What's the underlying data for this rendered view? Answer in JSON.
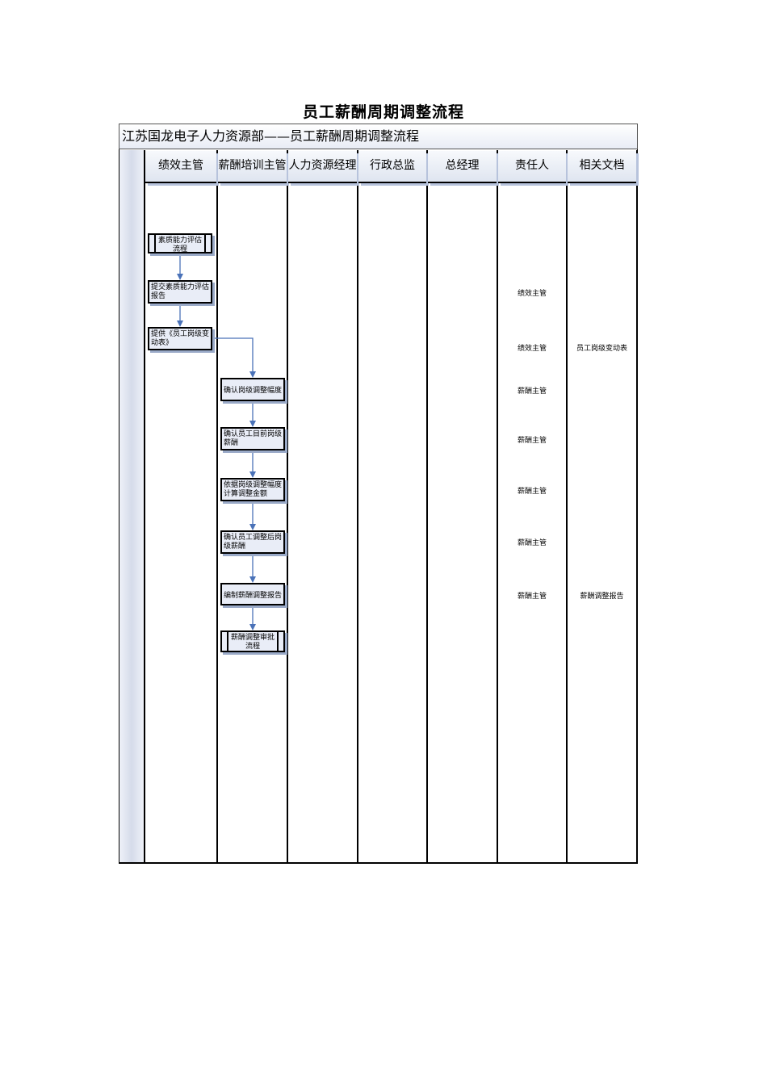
{
  "title": "员工薪酬周期调整流程",
  "department_bar": "江苏国龙电子人力资源部——员工薪酬周期调整流程",
  "lanes": [
    "绩效主管",
    "薪酬培训主管",
    "人力资源经理",
    "行政总监",
    "总经理",
    "责任人",
    "相关文档"
  ],
  "steps": [
    {
      "text": "素质能力评估流程"
    },
    {
      "text": "提交素质能力评估报告"
    },
    {
      "text": "提供《员工岗级变动表》"
    },
    {
      "text": "确认岗级调整幅度"
    },
    {
      "text": "确认员工目前岗级薪酬"
    },
    {
      "text": "依据岗级调整幅度计算调整金额"
    },
    {
      "text": "确认员工调整后岗级薪酬"
    },
    {
      "text": "编制薪酬调整报告"
    },
    {
      "text": "薪酬调整审批流程"
    }
  ],
  "responsible": [
    "绩效主管",
    "绩效主管",
    "薪酬主管",
    "薪酬主管",
    "薪酬主管",
    "薪酬主管",
    "薪酬主管"
  ],
  "documents": [
    "员工岗级变动表",
    "薪酬调整报告"
  ],
  "colors": {
    "box_fill": "#e9edf7",
    "arrow": "#4a72b8",
    "box_shadow": "#9aaac8"
  }
}
